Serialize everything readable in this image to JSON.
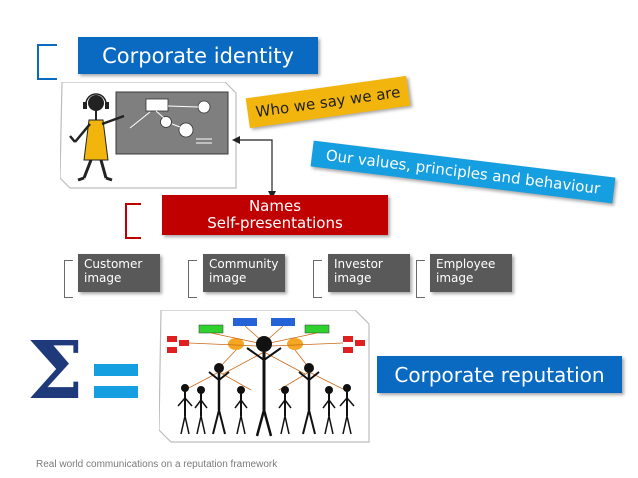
{
  "diagram": {
    "corporate_identity": "Corporate identity",
    "who_we_say": "Who we say we are",
    "values": "Our values, principles and behaviour",
    "names_line1": "Names",
    "names_line2": "Self-presentations",
    "images": [
      {
        "line1": "Customer",
        "line2": "image"
      },
      {
        "line1": "Community",
        "line2": "image"
      },
      {
        "line1": "Investor",
        "line2": "image"
      },
      {
        "line1": "Employee",
        "line2": "image"
      }
    ],
    "sigma": "Σ",
    "corporate_reputation": "Corporate reputation",
    "footer": "Real world communications on a reputation framework"
  },
  "colors": {
    "blue": "#0a6ac2",
    "light_blue": "#159ee0",
    "yellow": "#f2b50d",
    "red": "#c00000",
    "grey": "#595959",
    "navy": "#1f3a7a"
  }
}
